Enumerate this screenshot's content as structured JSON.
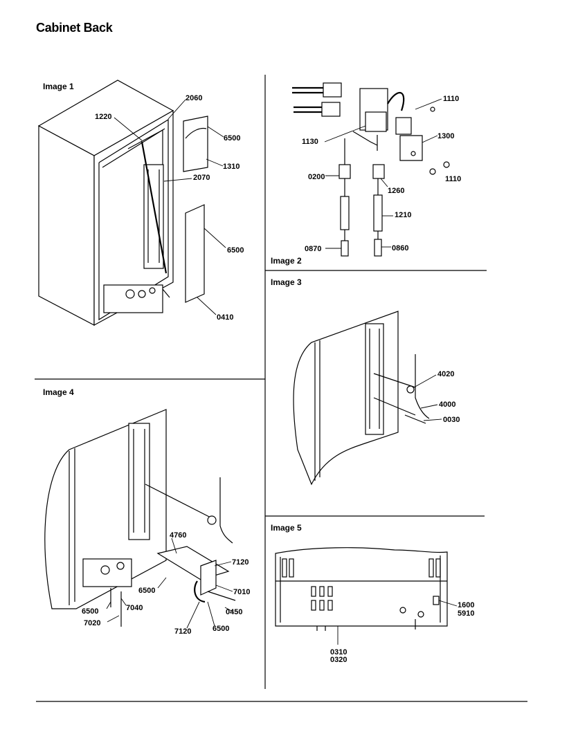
{
  "title": "Cabinet Back",
  "panels": [
    {
      "label": "Image 1",
      "callouts": [
        "1220",
        "2060",
        "6500",
        "1310",
        "2070",
        "6500",
        "0410"
      ]
    },
    {
      "label": "Image 2",
      "callouts": [
        "1110",
        "1130",
        "1300",
        "1110",
        "0200",
        "1260",
        "1210",
        "0870",
        "0860"
      ]
    },
    {
      "label": "Image 3",
      "callouts": [
        "4020",
        "4000",
        "0030"
      ]
    },
    {
      "label": "Image 4",
      "callouts": [
        "4760",
        "7120",
        "6500",
        "7010",
        "6500",
        "7040",
        "0450",
        "7020",
        "7120",
        "6500"
      ]
    },
    {
      "label": "Image 5",
      "callouts": [
        "1600",
        "5910",
        "0310",
        "0320"
      ]
    }
  ]
}
